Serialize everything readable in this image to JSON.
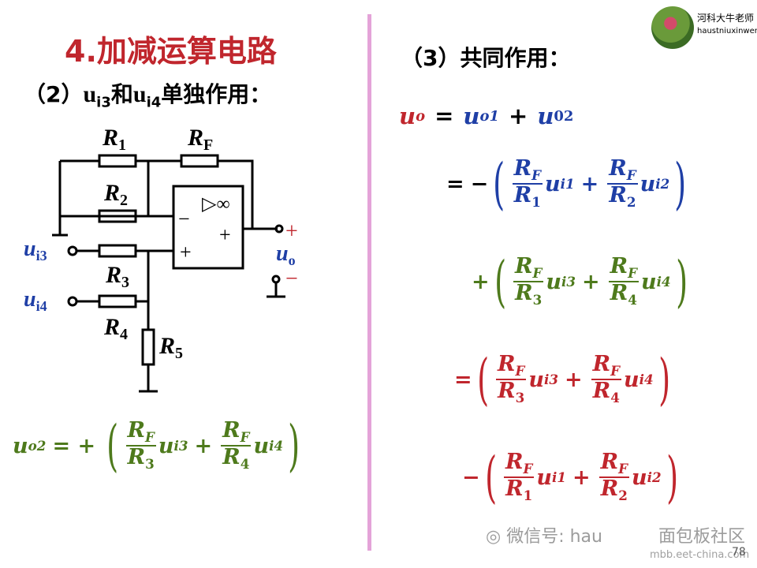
{
  "title": "4.加减运算电路",
  "subtitle": {
    "prefix": "（2）",
    "u": "u",
    "s1": "i3",
    "mid": "和",
    "s2": "i4",
    "suffix": "单独作用："
  },
  "right_header": "（3）共同作用：",
  "logo": {
    "line1": "河科大牛老师",
    "line2": "haustniuxinwen"
  },
  "circuit": {
    "r1": "R",
    "r1s": "1",
    "rf": "R",
    "rfs": "F",
    "r2": "R",
    "r2s": "2",
    "r3": "R",
    "r3s": "3",
    "r4": "R",
    "r4s": "4",
    "r5": "R",
    "r5s": "5",
    "opamp": "▷∞",
    "minus_in": "−",
    "plus_in": "+",
    "out_plus": "+",
    "ui3": "u",
    "ui3s": "i3",
    "ui4": "u",
    "ui4s": "i4",
    "uo": "u",
    "uos": "o",
    "plus": "+",
    "minus": "−"
  },
  "eq_left": {
    "lhs": "u",
    "lhs_s": "o2",
    "sign": "= +"
  },
  "eq_right": {
    "uo": "u",
    "uo_s": "o",
    "rhs1": "u",
    "rhs1_s": "o1",
    "rhs2": "u",
    "rhs2_s": "02"
  },
  "f": {
    "R": "R",
    "F": "F",
    "u": "u",
    "s1": "1",
    "s2": "2",
    "s3": "3",
    "s4": "4",
    "i1": "i1",
    "i2": "i2",
    "i3": "i3",
    "i4": "i4",
    "eq": "=",
    "plus": "+",
    "minus": "−",
    "lp": "(",
    "rp": ")"
  },
  "watermark": "微信号: hau",
  "watermark_right": "面包板社区",
  "watermark_url": "mbb.eet-china.com",
  "page_number": "78"
}
